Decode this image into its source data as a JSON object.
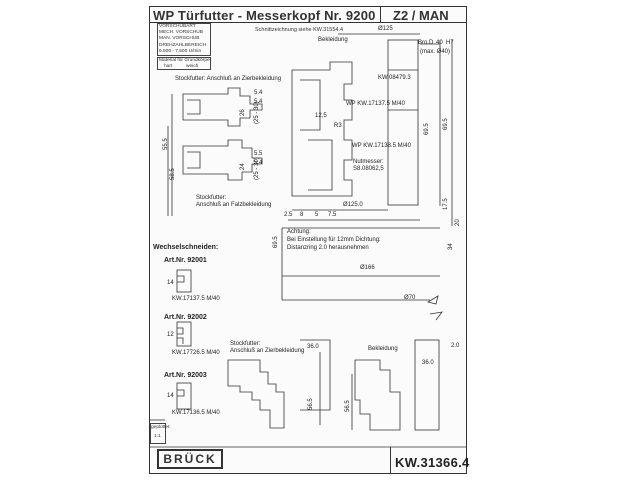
{
  "header": {
    "title": "WP Türfutter - Messerkopf Nr. 9200",
    "right": "Z2 / MAN",
    "reference": "Schnittzeichnung siehe KW.31554.4"
  },
  "left_table": {
    "rows": [
      "VORSCHUBART",
      "MECH. VORSCHUB",
      "MAN. VORSCHUB"
    ],
    "speed_head": "DREHZAHLBEREICH",
    "speed": "6.500 - 7.500 U/min",
    "material_head": "Material für Grundkörper",
    "material": [
      "hart",
      "weich"
    ]
  },
  "labels": {
    "bekleidung_top": "Bekleidung",
    "diameter_top": "Ø125",
    "bohr_d": "Bro.D",
    "bohr_val": "40",
    "h7": "H7",
    "max": "(max. Ø40)",
    "kw_top": "KW.08479.3",
    "stockfutter_zier": "Stockfutter: Anschluß an Zierbekleidung",
    "wp1": "WP KW.17137.5 M/40",
    "wp2": "WP KW.17138.5 M/40",
    "r3": "R3",
    "v125": "12,5",
    "nutmesser": "Nutmesser:",
    "nut_kw": "S8.08062,5",
    "stockfutter_falz_1": "Stockfutter:",
    "stockfutter_falz_2": "Anschluß an Falzbekleidung",
    "d125": "Ø125.0",
    "achtung_1": "Achtung:",
    "achtung_2": "Bei Einstellung für 12mm Dichtung:",
    "achtung_3": "Distanzring 2.0 herausnehmen",
    "d166": "Ø166",
    "d70": "Ø70"
  },
  "dims": {
    "d26": "26",
    "d5_4a": "5.4",
    "d5_4b": "5.4",
    "d25_30a": "(25 - 30)",
    "d24": "24",
    "d5_5": "5.5",
    "d5_4c": "5.4",
    "d25_30b": "(25 - 30)",
    "d55_5": "55.5",
    "d69_5": "69.5",
    "d58_5": "58.5",
    "d2_5": "2.5",
    "d8": "8",
    "d5": "5",
    "d7_5": "7.5",
    "d17_5": "17.5",
    "d20": "20",
    "d69_5b": "69.5",
    "d34": "34",
    "d69_5c": "69.5"
  },
  "wechsel": {
    "title": "Wechselschneiden:",
    "items": [
      {
        "art": "Art.Nr. 92001",
        "dim": "14",
        "kw": "KW.17137.5 M/40"
      },
      {
        "art": "Art.Nr. 92002",
        "dim": "12",
        "kw": "KW.17726.5 M/40"
      },
      {
        "art": "Art.Nr. 92003",
        "dim": "14",
        "kw": "KW.17136.5 M/40"
      }
    ]
  },
  "bottom": {
    "stockfutter_1": "Stockfutter:",
    "stockfutter_2": "Anschluß an Zierbekleidung",
    "d36a": "36.0",
    "d56_5a": "56.5",
    "bekleidung": "Bekleidung",
    "d36b": "36.0",
    "d2_0": "2.0",
    "d56_5b": "56.5",
    "geplottet": "geplottet",
    "scale": "1:1"
  },
  "footer": {
    "logo": "BRÜCK",
    "drawing_no": "KW.31366.4"
  }
}
